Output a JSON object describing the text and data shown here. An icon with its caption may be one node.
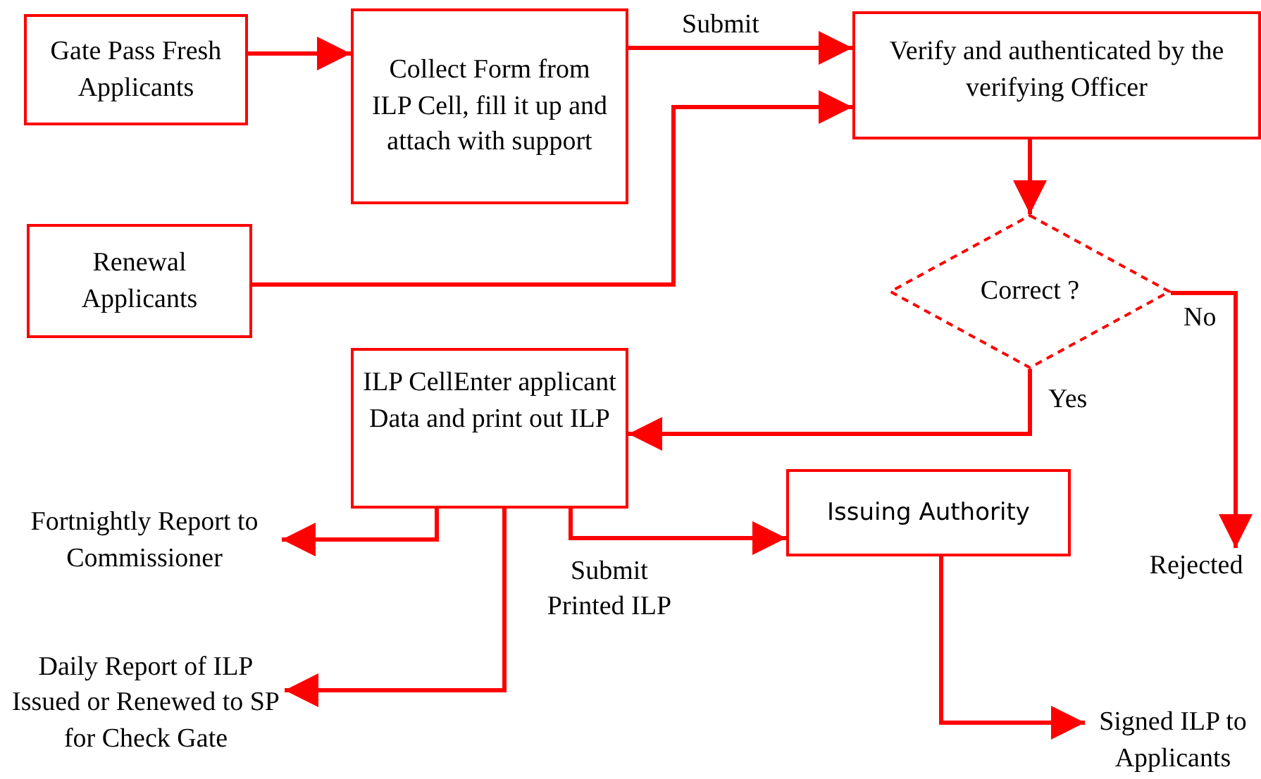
{
  "diagram": {
    "nodes": [
      {
        "text": [
          "Gate Pass Fresh Applicants"
        ]
      },
      {
        "text": [
          "Collect Form from ILP Cell, fill it up and attach with support"
        ]
      },
      {
        "text": [
          "Verify and authenticated by the verifying Officer"
        ]
      },
      {
        "text": [
          "Renewal Applicants"
        ]
      },
      {
        "text": [
          "Correct ?"
        ]
      },
      {
        "text": [
          "ILP CellEnter applicant Data and print out ILP"
        ]
      },
      {
        "text": [
          "Issuing Authority"
        ]
      },
      {
        "text": [
          "Fortnightly Report to Commissioner"
        ]
      },
      {
        "text": [
          "Daily Report of ILP Issued or Renewed to SP for Check Gate"
        ]
      },
      {
        "text": [
          "Signed ILP to Applicants"
        ]
      },
      {
        "text": [
          "Rejected"
        ]
      }
    ],
    "edges": [
      {
        "from": 0,
        "to": 1,
        "arrow": "to"
      },
      {
        "from": 1,
        "to": 2,
        "arrow": "to",
        "label": "Submit"
      },
      {
        "from": 3,
        "to": 2,
        "arrow": "to"
      },
      {
        "from": 2,
        "to": 4,
        "arrow": "to"
      },
      {
        "from": 4,
        "to": 5,
        "arrow": "to",
        "label": "Yes"
      },
      {
        "from": 4,
        "to": 10,
        "arrow": "to",
        "label": "No"
      },
      {
        "from": 5,
        "to": 7,
        "arrow": "to"
      },
      {
        "from": 5,
        "to": 8,
        "arrow": "to"
      },
      {
        "from": 5,
        "to": 6,
        "arrow": "to",
        "label": "Submit Printed ILP"
      },
      {
        "from": 6,
        "to": 9,
        "arrow": "to"
      }
    ]
  }
}
